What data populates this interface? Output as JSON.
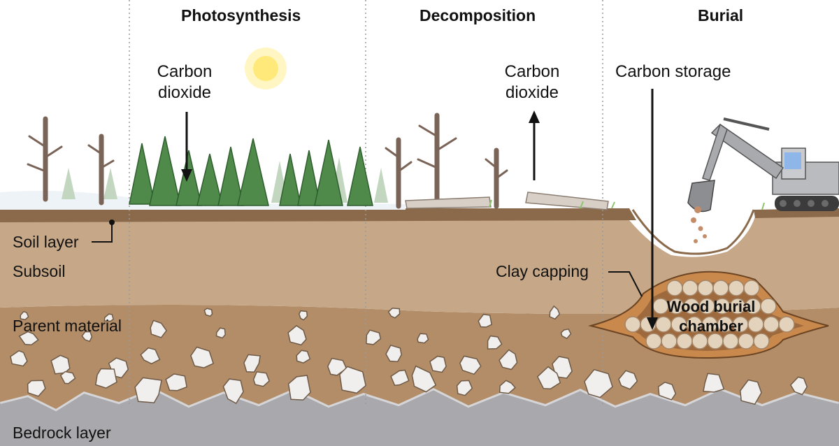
{
  "columns": {
    "photosynthesis": "Photosynthesis",
    "decomposition": "Decomposition",
    "burial": "Burial"
  },
  "labels": {
    "co2_in_line1": "Carbon",
    "co2_in_line2": "dioxide",
    "co2_out_line1": "Carbon",
    "co2_out_line2": "dioxide",
    "carbon_storage": "Carbon storage",
    "clay_capping": "Clay capping",
    "chamber_line1": "Wood burial",
    "chamber_line2": "chamber"
  },
  "layers": {
    "soil": "Soil layer",
    "subsoil": "Subsoil",
    "parent": "Parent material",
    "bedrock": "Bedrock layer"
  },
  "colors": {
    "soil_top": "#8b6a4c",
    "subsoil": "#c6a888",
    "parent": "#b28d67",
    "bedrock": "#a9a9ad",
    "tree": "#4f8a4a",
    "dead_tree": "#7a6457",
    "clay": "#c9894d",
    "log": "#e3d3bd",
    "sun": "#ffe97a"
  }
}
